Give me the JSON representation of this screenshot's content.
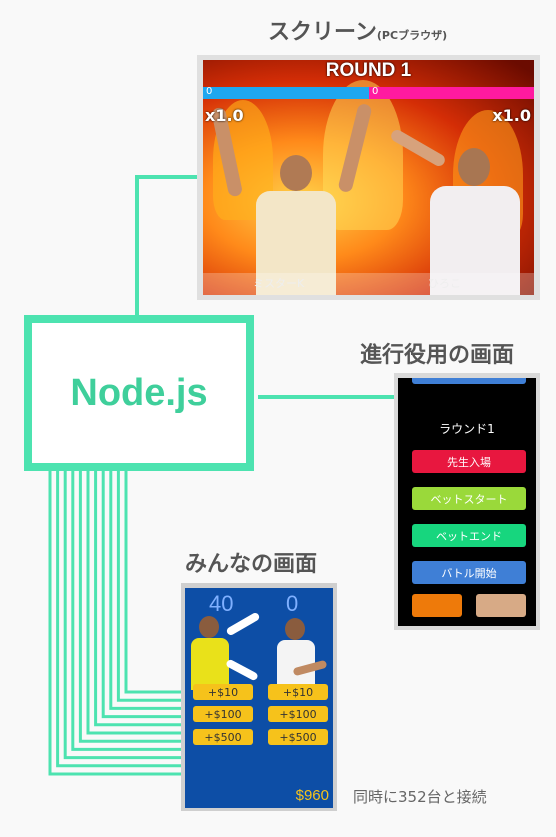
{
  "labels": {
    "screen_title": "スクリーン",
    "screen_title_sub": "(PCブラウザ)",
    "admin_title": "進行役用の画面",
    "phone_title": "みんなの画面",
    "server": "Node.js",
    "note": "同時に352台と接続"
  },
  "screen": {
    "round": "ROUND 1",
    "left_score": "0",
    "right_score": "0",
    "left_mult": "x1.0",
    "right_mult": "x1.0",
    "left_name": "ミスターK",
    "right_name": "ひろこ"
  },
  "admin": {
    "round_label": "ラウンド1",
    "buttons": [
      {
        "label": "先生入場",
        "color": "#e8173f"
      },
      {
        "label": "ベットスタート",
        "color": "#9ad93a"
      },
      {
        "label": "ベットエンド",
        "color": "#17d67e"
      },
      {
        "label": "バトル開始",
        "color": "#3f7fd6"
      }
    ],
    "bottom_colors": [
      "#ee7a0a",
      "#d7aa86"
    ]
  },
  "phone": {
    "left_score": "40",
    "right_score": "0",
    "bets_left": [
      "+$10",
      "+$100",
      "+$500"
    ],
    "bets_right": [
      "+$10",
      "+$100",
      "+$500"
    ],
    "money": "$960"
  },
  "colors": {
    "accent": "#4de3b0"
  }
}
